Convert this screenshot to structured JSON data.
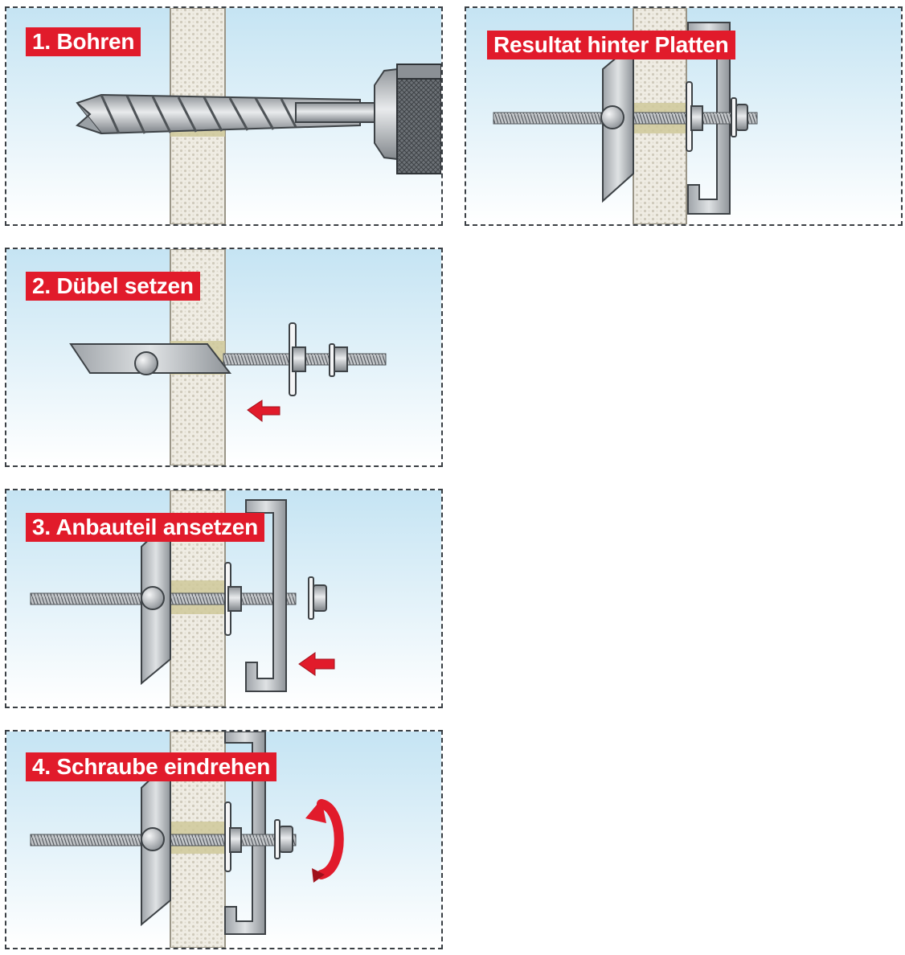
{
  "colors": {
    "label_bg": "#e11b2b",
    "label_text": "#ffffff",
    "panel_bg_top": "#c9e6f4",
    "panel_bg_bottom": "#ffffff",
    "wall_fill": "#ece9df",
    "metal": "#b8bcc0",
    "arrow": "#e11b2b"
  },
  "steps": [
    {
      "label": "1. Bohren",
      "icons": [
        "wall-icon",
        "drill-icon"
      ]
    },
    {
      "label": "2. Dübel setzen",
      "icons": [
        "wall-icon",
        "toggle-anchor-icon",
        "push-arrow-icon"
      ]
    },
    {
      "label": "3. Anbauteil ansetzen",
      "icons": [
        "wall-icon",
        "toggle-anchor-icon",
        "bracket-icon",
        "push-arrow-icon"
      ]
    },
    {
      "label": "4. Schraube eindrehen",
      "icons": [
        "wall-icon",
        "toggle-anchor-icon",
        "bracket-icon",
        "rotate-arrow-icon"
      ]
    }
  ],
  "result": {
    "label": "Resultat hinter Platten",
    "icons": [
      "wall-icon",
      "toggle-anchor-icon",
      "bracket-icon"
    ]
  }
}
